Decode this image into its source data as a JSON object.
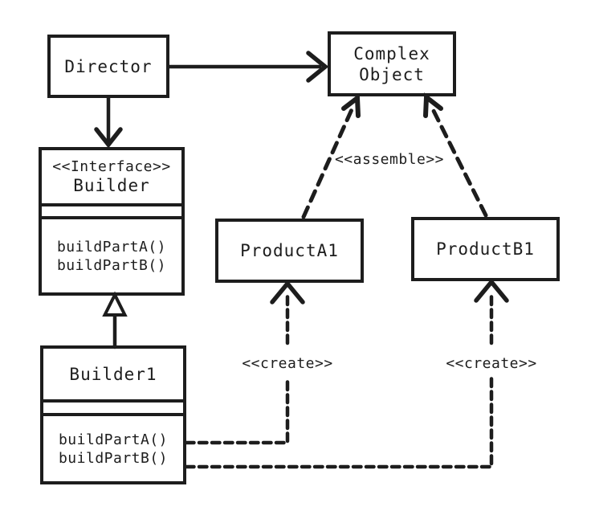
{
  "diagram": {
    "background_color": "#ffffff",
    "line_color": "#1d1d1d",
    "text_color": "#1d1d1d",
    "nodes": {
      "director": {
        "name": "Director"
      },
      "complex_object": {
        "name_line1": "Complex",
        "name_line2": "Object"
      },
      "builder": {
        "stereotype": "<<Interface>>",
        "name": "Builder",
        "methods": [
          "buildPartA()",
          "buildPartB()"
        ]
      },
      "builder1": {
        "name": "Builder1",
        "methods": [
          "buildPartA()",
          "buildPartB()"
        ]
      },
      "product_a1": {
        "name": "ProductA1"
      },
      "product_b1": {
        "name": "ProductB1"
      }
    },
    "edge_labels": {
      "assemble": "<<assemble>>",
      "create_a": "<<create>>",
      "create_b": "<<create>>"
    }
  }
}
